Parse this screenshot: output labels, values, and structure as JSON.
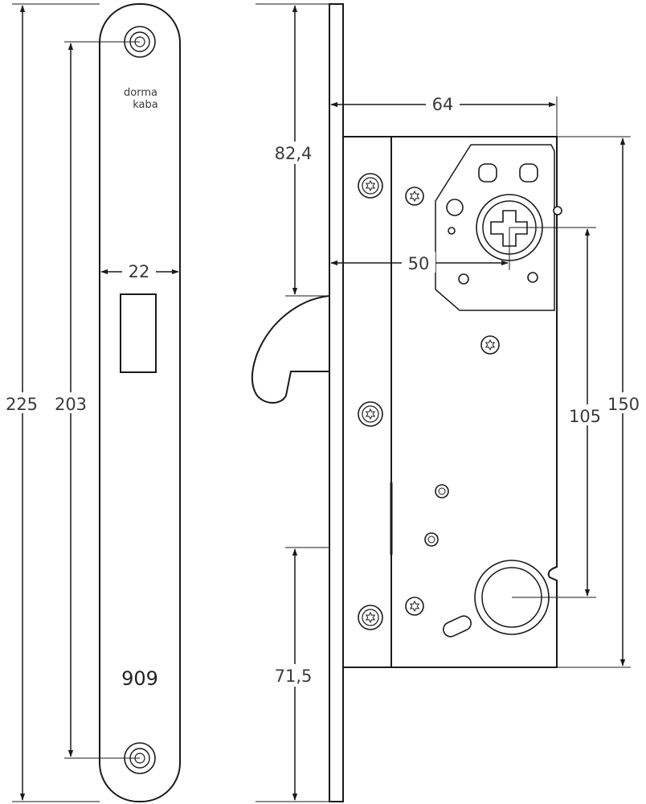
{
  "faceplate": {
    "brand_line1": "dorma",
    "brand_line2": "kaba",
    "model": "909"
  },
  "dimensions": {
    "overall_height": "225",
    "screw_spacing": "203",
    "faceplate_width": "22",
    "top_to_hook": "82,4",
    "case_depth": "64",
    "backset": "50",
    "case_height": "150",
    "spindle_to_cylinder": "105",
    "bottom_to_hook": "71,5"
  },
  "colors": {
    "line": "#1a1a1a",
    "text": "#3a3a3a"
  }
}
